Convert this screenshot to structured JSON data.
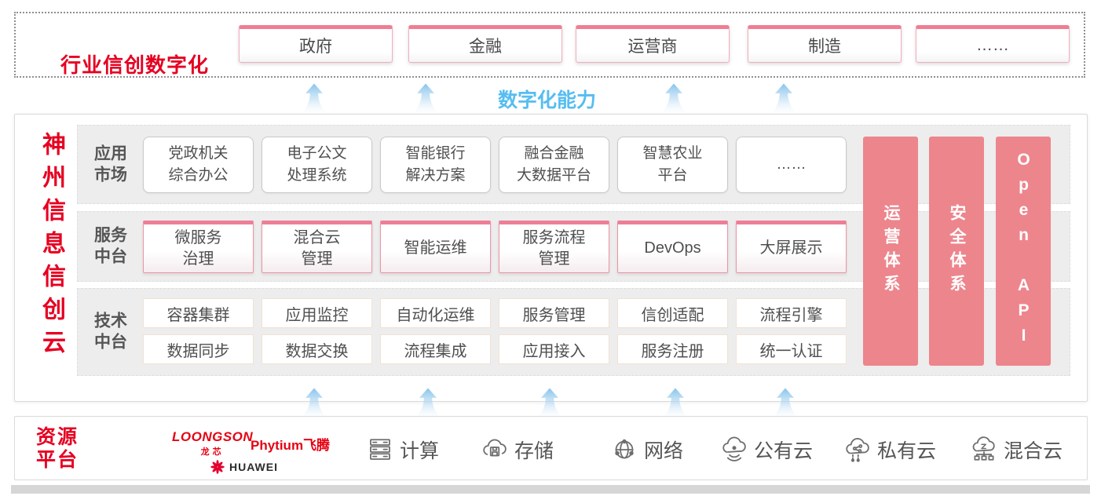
{
  "top_banner": {
    "title": "行业信创数字化",
    "industries": [
      "政府",
      "金融",
      "运营商",
      "制造",
      "……"
    ]
  },
  "capability_label": "数字化能力",
  "platform": {
    "side_title": "神州信息信创云",
    "rows": [
      {
        "label": "应用\n市场",
        "boxes": [
          "党政机关\n综合办公",
          "电子公文\n处理系统",
          "智能银行\n解决方案",
          "融合金融\n大数据平台",
          "智慧农业\n平台",
          "……"
        ]
      },
      {
        "label": "服务\n中台",
        "boxes": [
          "微服务\n治理",
          "混合云\n管理",
          "智能运维",
          "服务流程\n管理",
          "DevOps",
          "大屏展示"
        ]
      },
      {
        "label": "技术\n中台",
        "boxes_top": [
          "容器集群",
          "应用监控",
          "自动化运维",
          "服务管理",
          "信创适配",
          "流程引擎"
        ],
        "boxes_bottom": [
          "数据同步",
          "数据交换",
          "流程集成",
          "应用接入",
          "服务注册",
          "统一认证"
        ]
      }
    ],
    "pillars": [
      "运营体系",
      "安全体系",
      "Open API"
    ]
  },
  "resources": {
    "label": "资源\n平台",
    "vendors": {
      "loongson": "LOONGSON",
      "loongson_cn": "龙芯",
      "phytium": "Phytium飞腾",
      "huawei": "HUAWEI"
    },
    "items": [
      {
        "icon": "compute-icon",
        "label": "计算"
      },
      {
        "icon": "storage-icon",
        "label": "存储"
      },
      {
        "icon": "network-icon",
        "label": "网络"
      },
      {
        "icon": "public-cloud-icon",
        "label": "公有云"
      },
      {
        "icon": "private-cloud-icon",
        "label": "私有云"
      },
      {
        "icon": "hybrid-cloud-icon",
        "label": "混合云"
      }
    ]
  },
  "colors": {
    "accent_red": "#e60021",
    "accent_blue": "#56bdf0",
    "pillar_pink": "#ed858d",
    "band_gray": "#ededed",
    "box_text_gray": "#4f4f4f"
  }
}
